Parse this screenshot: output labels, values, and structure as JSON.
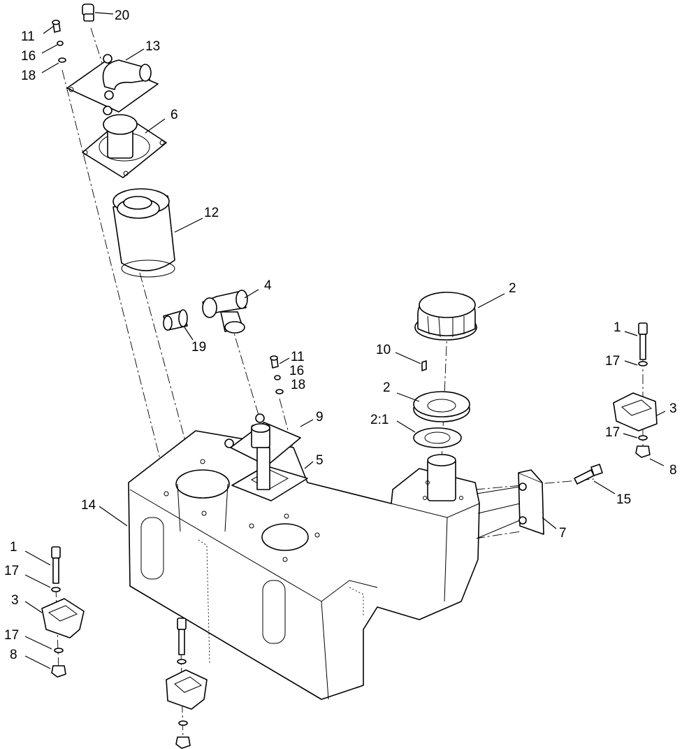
{
  "callouts": {
    "c20": "20",
    "c11a": "11",
    "c16a": "16",
    "c18a": "18",
    "c13": "13",
    "c6": "6",
    "c12": "12",
    "c4": "4",
    "c19": "19",
    "c11b": "11",
    "c16b": "16",
    "c18b": "18",
    "c9": "9",
    "c5": "5",
    "c2a": "2",
    "c10": "10",
    "c2b": "2",
    "c21": "2:1",
    "c1a": "1",
    "c17a": "17",
    "c3a": "3",
    "c17b": "17",
    "c8a": "8",
    "c15": "15",
    "c7": "7",
    "c14": "14",
    "c1b": "1",
    "c17c": "17",
    "c3b": "3",
    "c17d": "17",
    "c8b": "8"
  }
}
